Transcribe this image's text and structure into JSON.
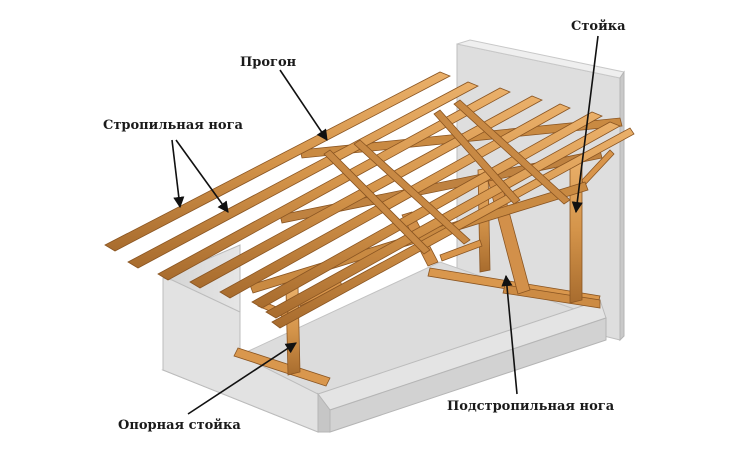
{
  "labels": {
    "stoyka": "Стойка",
    "progon": "Прогон",
    "stropilnaya_noga": "Стропильная нога",
    "opornaya_stoyka": "Опорная стойка",
    "podstropilnaya_noga": "Подстропильная нога"
  },
  "colors": {
    "background": "#ffffff",
    "wall_front": "#d9d9d9",
    "wall_side": "#c4c4c4",
    "wall_top": "#ebebeb",
    "floor": "#dcdcdc",
    "wood_light": "#e0a35a",
    "wood_mid": "#c98a42",
    "wood_dark": "#9c6428",
    "arrow": "#111111"
  }
}
